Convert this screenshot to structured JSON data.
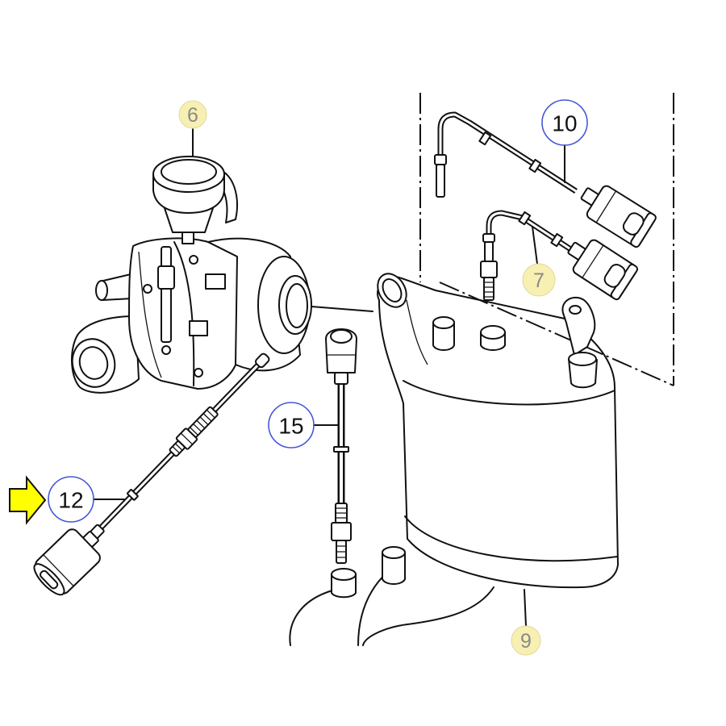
{
  "callouts": [
    {
      "label": "6",
      "highlighted": true
    },
    {
      "label": "10",
      "highlighted": false
    },
    {
      "label": "7",
      "highlighted": true
    },
    {
      "label": "15",
      "highlighted": false
    },
    {
      "label": "12",
      "highlighted": false
    },
    {
      "label": "9",
      "highlighted": true
    }
  ],
  "colors": {
    "ink": "#111111",
    "callout_ring": "#4658d6",
    "highlight_fill": "#f7f0b2",
    "highlight_ring": "#e2d89a",
    "highlight_text": "#8a8a8a",
    "pointer_arrow": "#ffff00"
  }
}
